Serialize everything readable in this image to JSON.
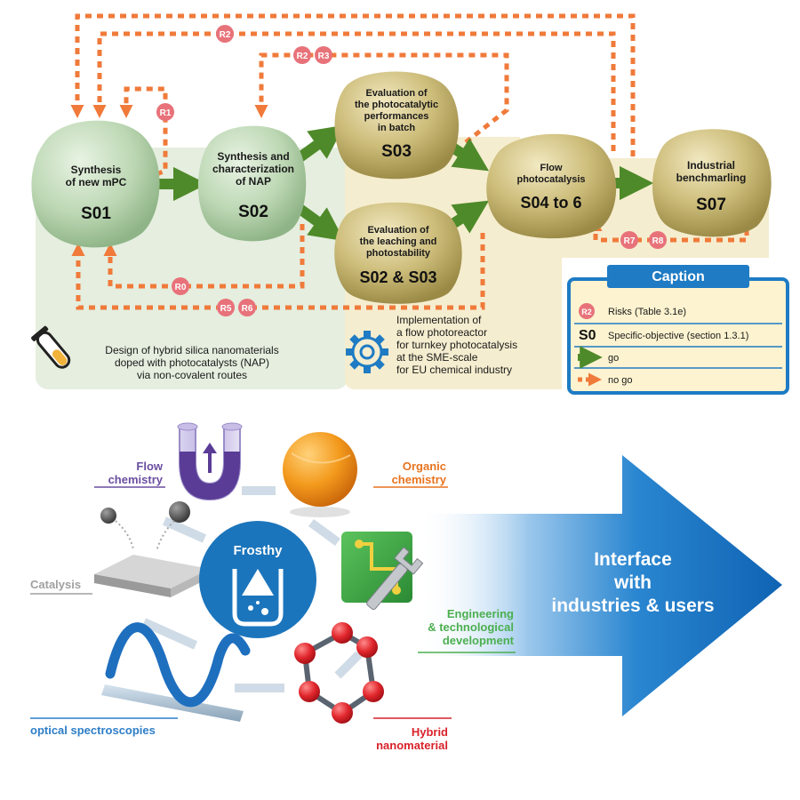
{
  "flow": {
    "nodes": {
      "s01": {
        "title": [
          "Synthesis",
          "of new mPC"
        ],
        "code": "S01"
      },
      "s02": {
        "title": [
          "Synthesis and",
          "characterization",
          "of NAP"
        ],
        "code": "S02"
      },
      "s03": {
        "title": [
          "Evaluation  of",
          "the photocatalytic",
          "performances",
          "in batch"
        ],
        "code": "S03"
      },
      "s0203": {
        "title": [
          "Evaluation  of",
          "the leaching and",
          "photostability"
        ],
        "code": "S02 & S03"
      },
      "s0406": {
        "title": [
          "Flow",
          "photocatalysis"
        ],
        "code": "S04 to 6"
      },
      "s07": {
        "title": [
          "Industrial",
          "benchmarling"
        ],
        "code": "S07"
      }
    },
    "risks": {
      "r1": "R1",
      "r2_top": "R2",
      "r2_mid": "R2",
      "r3": "R3",
      "r0": "R0",
      "r5": "R5",
      "r6": "R6",
      "r7": "R7",
      "r8": "R8"
    },
    "left_panel_text": [
      "Design of hybrid silica nanomaterials",
      "doped with photocatalysts (NAP)",
      "via non-covalent routes"
    ],
    "right_panel_text": [
      "Implementation of",
      "a flow photoreactor",
      "for turnkey photocatalysis",
      "at the SME-scale",
      "for EU chemical industry"
    ]
  },
  "caption": {
    "title": "Caption",
    "rows": [
      {
        "symbol": "R2",
        "text": "Risks (Table 3.1e)"
      },
      {
        "symbol": "S0",
        "text": "Specific-objective (section 1.3.1)"
      },
      {
        "symbol": "green-arrow-icon",
        "text": "go"
      },
      {
        "symbol": "orange-dashed-arrow-icon",
        "text": "no go"
      }
    ]
  },
  "bottom": {
    "center_logo": "Frosthy",
    "arrow_text": [
      "Interface",
      "with",
      "industries & users"
    ],
    "disciplines": {
      "flow": [
        "Flow",
        "chemistry"
      ],
      "organic": [
        "Organic",
        "chemistry"
      ],
      "catalysis": [
        "Catalysis"
      ],
      "engineering": [
        "Engineering",
        "& technological",
        "development"
      ],
      "optical": [
        "optical spectroscopies"
      ],
      "hybrid": [
        "Hybrid",
        "nanomaterial"
      ]
    }
  },
  "colors": {
    "go_green": "#4f8a2a",
    "nogo_orange": "#f07a3a",
    "risk_pink": "#e8727a",
    "caption_blue": "#1e7bc4",
    "flow_purple": "#6a4fa0",
    "organic_orange": "#e8731e",
    "catalysis_gray": "#a0a0a0",
    "engineering_green": "#4caf50",
    "optical_blue": "#2e7ec7",
    "hybrid_red": "#d8232a",
    "big_arrow_blue": "#1b78c8"
  }
}
